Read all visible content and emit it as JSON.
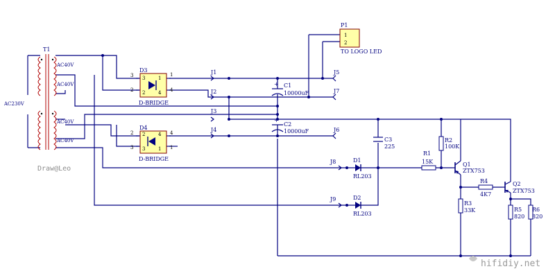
{
  "transformer": {
    "ref": "T1",
    "input": "AC230V",
    "secondaries": [
      "AC40V",
      "AC40V",
      "AC40V",
      "AC40V"
    ]
  },
  "bridges": [
    {
      "ref": "D3",
      "name": "D-BRIDGE",
      "pins": [
        "3",
        "2",
        "1",
        "4",
        "1",
        "2",
        "3",
        "4"
      ]
    },
    {
      "ref": "D4",
      "name": "D-BRIDGE",
      "pins": [
        "4",
        "3",
        "2",
        "1",
        "2",
        "3",
        "1",
        "4"
      ]
    }
  ],
  "connector": {
    "ref": "P1",
    "pins": [
      "1",
      "2"
    ],
    "note": "TO LOGO LED"
  },
  "capacitors": [
    {
      "ref": "C1",
      "value": "10000uF"
    },
    {
      "ref": "C2",
      "value": "10000uF"
    },
    {
      "ref": "C3",
      "value": "225"
    }
  ],
  "diodes": [
    {
      "ref": "D1",
      "value": "RL203"
    },
    {
      "ref": "D2",
      "value": "RL203"
    }
  ],
  "resistors": [
    {
      "ref": "R1",
      "value": "15K"
    },
    {
      "ref": "R2",
      "value": "100K"
    },
    {
      "ref": "R3",
      "value": "33K"
    },
    {
      "ref": "R4",
      "value": "4K7"
    },
    {
      "ref": "R5",
      "value": "820"
    },
    {
      "ref": "R6",
      "value": "820"
    }
  ],
  "transistors": [
    {
      "ref": "Q1",
      "value": "ZTX753"
    },
    {
      "ref": "Q2",
      "value": "ZTX753"
    }
  ],
  "jacks": [
    "J1",
    "J2",
    "J3",
    "J4",
    "J5",
    "J7",
    "J6",
    "J8",
    "J9"
  ],
  "signature": "Draw@Leo",
  "watermark": "hifidiy.net"
}
